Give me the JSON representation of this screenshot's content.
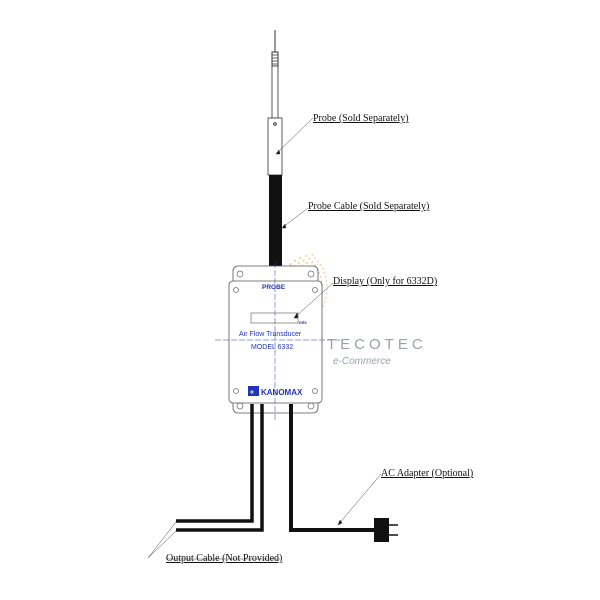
{
  "labels": {
    "probe": "Probe (Sold Separately)",
    "probe_cable": "Probe Cable (Sold Separately)",
    "display": "Display (Only for 6332D)",
    "ac_adapter": "AC Adapter (Optional)",
    "output_cable": "Output Cable (Not Provided)"
  },
  "device": {
    "probe_port": "PROBE",
    "unit": "m/s",
    "name": "Air Flow Transducer",
    "model": "MODEL 6332",
    "brand": "KANOMAX"
  },
  "watermark": {
    "line1": "TECOTEC",
    "line2": "e-Commerce"
  },
  "colors": {
    "device_text": "#2233bb",
    "watermark_dots": "#f2b46a"
  }
}
